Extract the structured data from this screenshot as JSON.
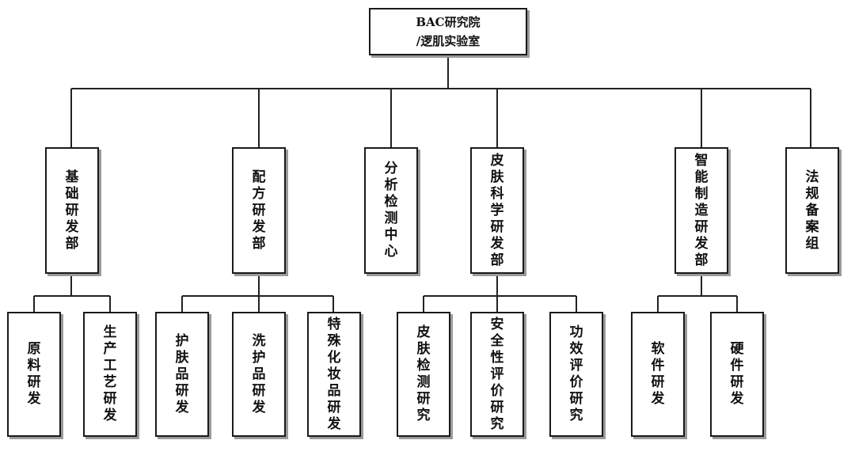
{
  "org_chart": {
    "root": {
      "line1": "BAC研究院",
      "line2": "/逻肌实验室"
    },
    "departments": [
      {
        "label": "基础研发部",
        "teams": [
          {
            "label": "原料研发"
          },
          {
            "label": "生产工艺研发"
          }
        ]
      },
      {
        "label": "配方研发部",
        "teams": [
          {
            "label": "护肤品研发"
          },
          {
            "label": "洗护品研发"
          },
          {
            "label": "特殊化妆品研发"
          }
        ]
      },
      {
        "label": "分析检测中心",
        "teams": []
      },
      {
        "label": "皮肤科学研发部",
        "teams": [
          {
            "label": "皮肤检测研究"
          },
          {
            "label": "安全性评价研究"
          },
          {
            "label": "功效评价研究"
          }
        ]
      },
      {
        "label": "智能制造研发部",
        "teams": [
          {
            "label": "软件研发"
          },
          {
            "label": "硬件研发"
          }
        ]
      },
      {
        "label": "法规备案组",
        "teams": []
      }
    ]
  }
}
